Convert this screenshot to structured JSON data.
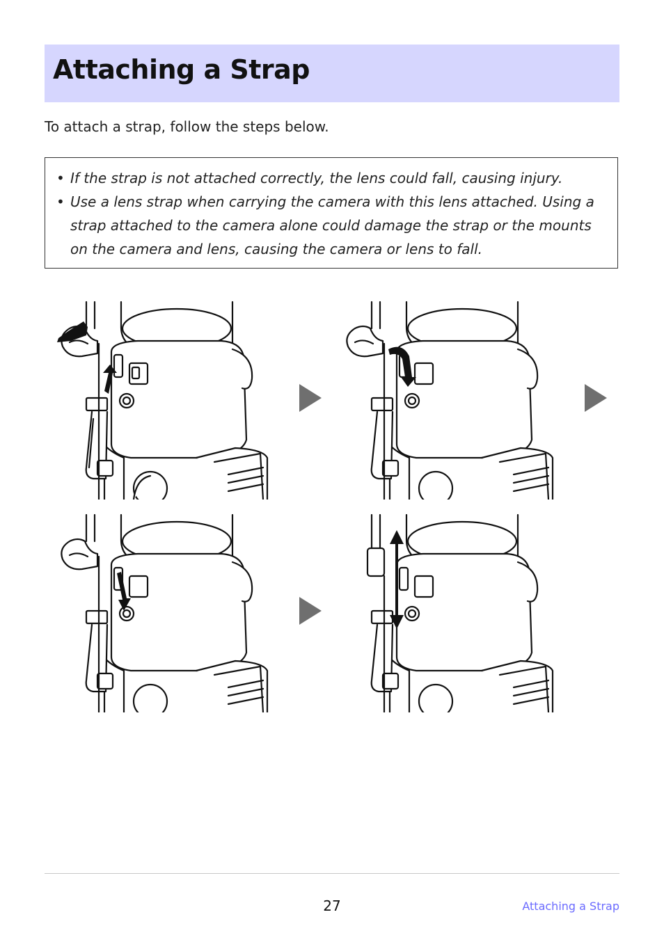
{
  "header": {
    "title": "Attaching a Strap"
  },
  "intro": "To attach a strap, follow the steps below.",
  "warnings": [
    "If the strap is not attached correctly, the lens could fall, causing injury.",
    "Use a lens strap when carrying the camera with this lens attached. Using a strap attached to the camera alone could damage the strap or the mounts on the camera and lens, causing the camera or lens to fall."
  ],
  "bullet": "•",
  "steps": [
    {
      "icon": "lens-strap-step-1-illustration"
    },
    {
      "icon": "lens-strap-step-2-illustration"
    },
    {
      "icon": "lens-strap-step-3-illustration"
    },
    {
      "icon": "lens-strap-step-4-illustration"
    }
  ],
  "next_arrow_icon": "triangle-right-icon",
  "colors": {
    "title_band": "#d6d6fe",
    "footer_link": "#6a6aff",
    "arrow": "#6f6f6f"
  },
  "footer": {
    "page_number": "27",
    "section_link": "Attaching a Strap"
  }
}
